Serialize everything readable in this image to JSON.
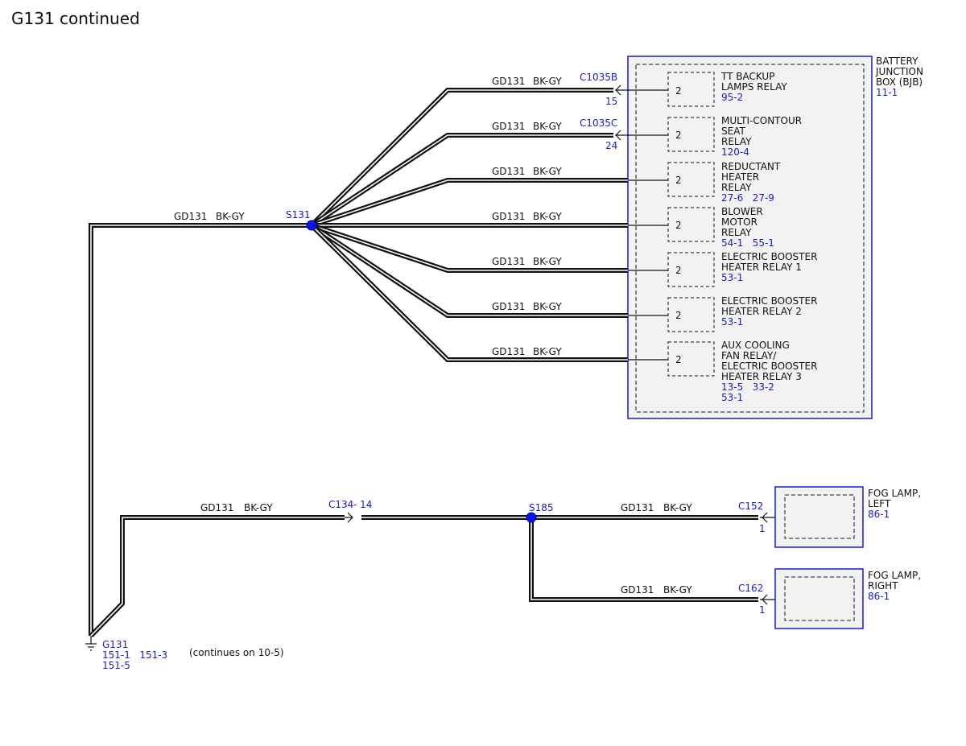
{
  "title": "G131 continued",
  "wire": {
    "circuit": "GD131",
    "color": "BK-GY"
  },
  "splices": {
    "s131": "S131",
    "s185": "S185"
  },
  "bjb": {
    "label": [
      "BATTERY",
      "JUNCTION",
      "BOX (BJB)"
    ],
    "ref": "11-1",
    "relays": [
      {
        "connector": "C1035B",
        "pin": "15",
        "cavity": "2",
        "name": [
          "TT BACKUP",
          "LAMPS RELAY"
        ],
        "refs": [
          "95-2"
        ]
      },
      {
        "connector": "C1035C",
        "pin": "24",
        "cavity": "2",
        "name": [
          "MULTI-CONTOUR",
          "SEAT",
          "RELAY"
        ],
        "refs": [
          "120-4"
        ]
      },
      {
        "cavity": "2",
        "name": [
          "REDUCTANT",
          "HEATER",
          "RELAY"
        ],
        "refs": [
          "27-6   27-9"
        ]
      },
      {
        "cavity": "2",
        "name": [
          "BLOWER",
          "MOTOR",
          "RELAY"
        ],
        "refs": [
          "54-1   55-1"
        ]
      },
      {
        "cavity": "2",
        "name": [
          "ELECTRIC BOOSTER",
          "HEATER RELAY 1"
        ],
        "refs": [
          "53-1"
        ]
      },
      {
        "cavity": "2",
        "name": [
          "ELECTRIC BOOSTER",
          "HEATER RELAY 2"
        ],
        "refs": [
          "53-1"
        ]
      },
      {
        "cavity": "2",
        "name": [
          "AUX COOLING",
          "FAN RELAY/",
          "ELECTRIC BOOSTER",
          "HEATER RELAY 3"
        ],
        "refs": [
          "13-5   33-2",
          "53-1"
        ]
      }
    ]
  },
  "inline_connector": {
    "label": "C134",
    "pin": "- 14"
  },
  "fog_left": {
    "connector": "C152",
    "pin": "1",
    "name": [
      "FOG LAMP,",
      "LEFT"
    ],
    "ref": "86-1"
  },
  "fog_right": {
    "connector": "C162",
    "pin": "1",
    "name": [
      "FOG LAMP,",
      "RIGHT"
    ],
    "ref": "86-1"
  },
  "ground": {
    "label": "G131",
    "refs": [
      "151-1   151-3",
      "151-5"
    ]
  },
  "continues_note": "(continues on 10-5)"
}
